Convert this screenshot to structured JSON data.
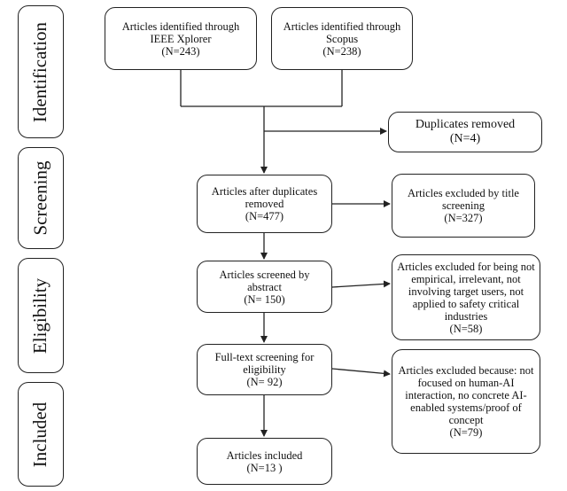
{
  "stages": {
    "identification": "Identification",
    "screening": "Screening",
    "eligibility": "Eligibility",
    "included": "Included"
  },
  "boxes": {
    "ieee": {
      "text": "Articles identified through IEEE Xplorer",
      "count": "(N=243)"
    },
    "scopus": {
      "text": "Articles identified through Scopus",
      "count": "(N=238)"
    },
    "duplicates": {
      "text": "Duplicates removed",
      "count": "(N=4)"
    },
    "after_dup": {
      "text": "Articles after duplicates removed",
      "count": "(N=477)"
    },
    "excluded_title": {
      "text": "Articles excluded by title screening",
      "count": "(N=327)"
    },
    "abstract": {
      "text": "Articles screened by abstract",
      "count": "(N= 150)"
    },
    "excluded_abstract": {
      "text": "Articles excluded for being not empirical, irrelevant, not involving target users, not applied to safety critical industries",
      "count": "(N=58)"
    },
    "fulltext": {
      "text": "Full-text screening for eligibility",
      "count": "(N= 92)"
    },
    "excluded_fulltext": {
      "text": "Articles excluded because: not focused on human-AI interaction, no concrete AI-enabled systems/proof of concept",
      "count": "(N=79)"
    },
    "included": {
      "text": "Articles included",
      "count": "(N=13 )"
    }
  }
}
